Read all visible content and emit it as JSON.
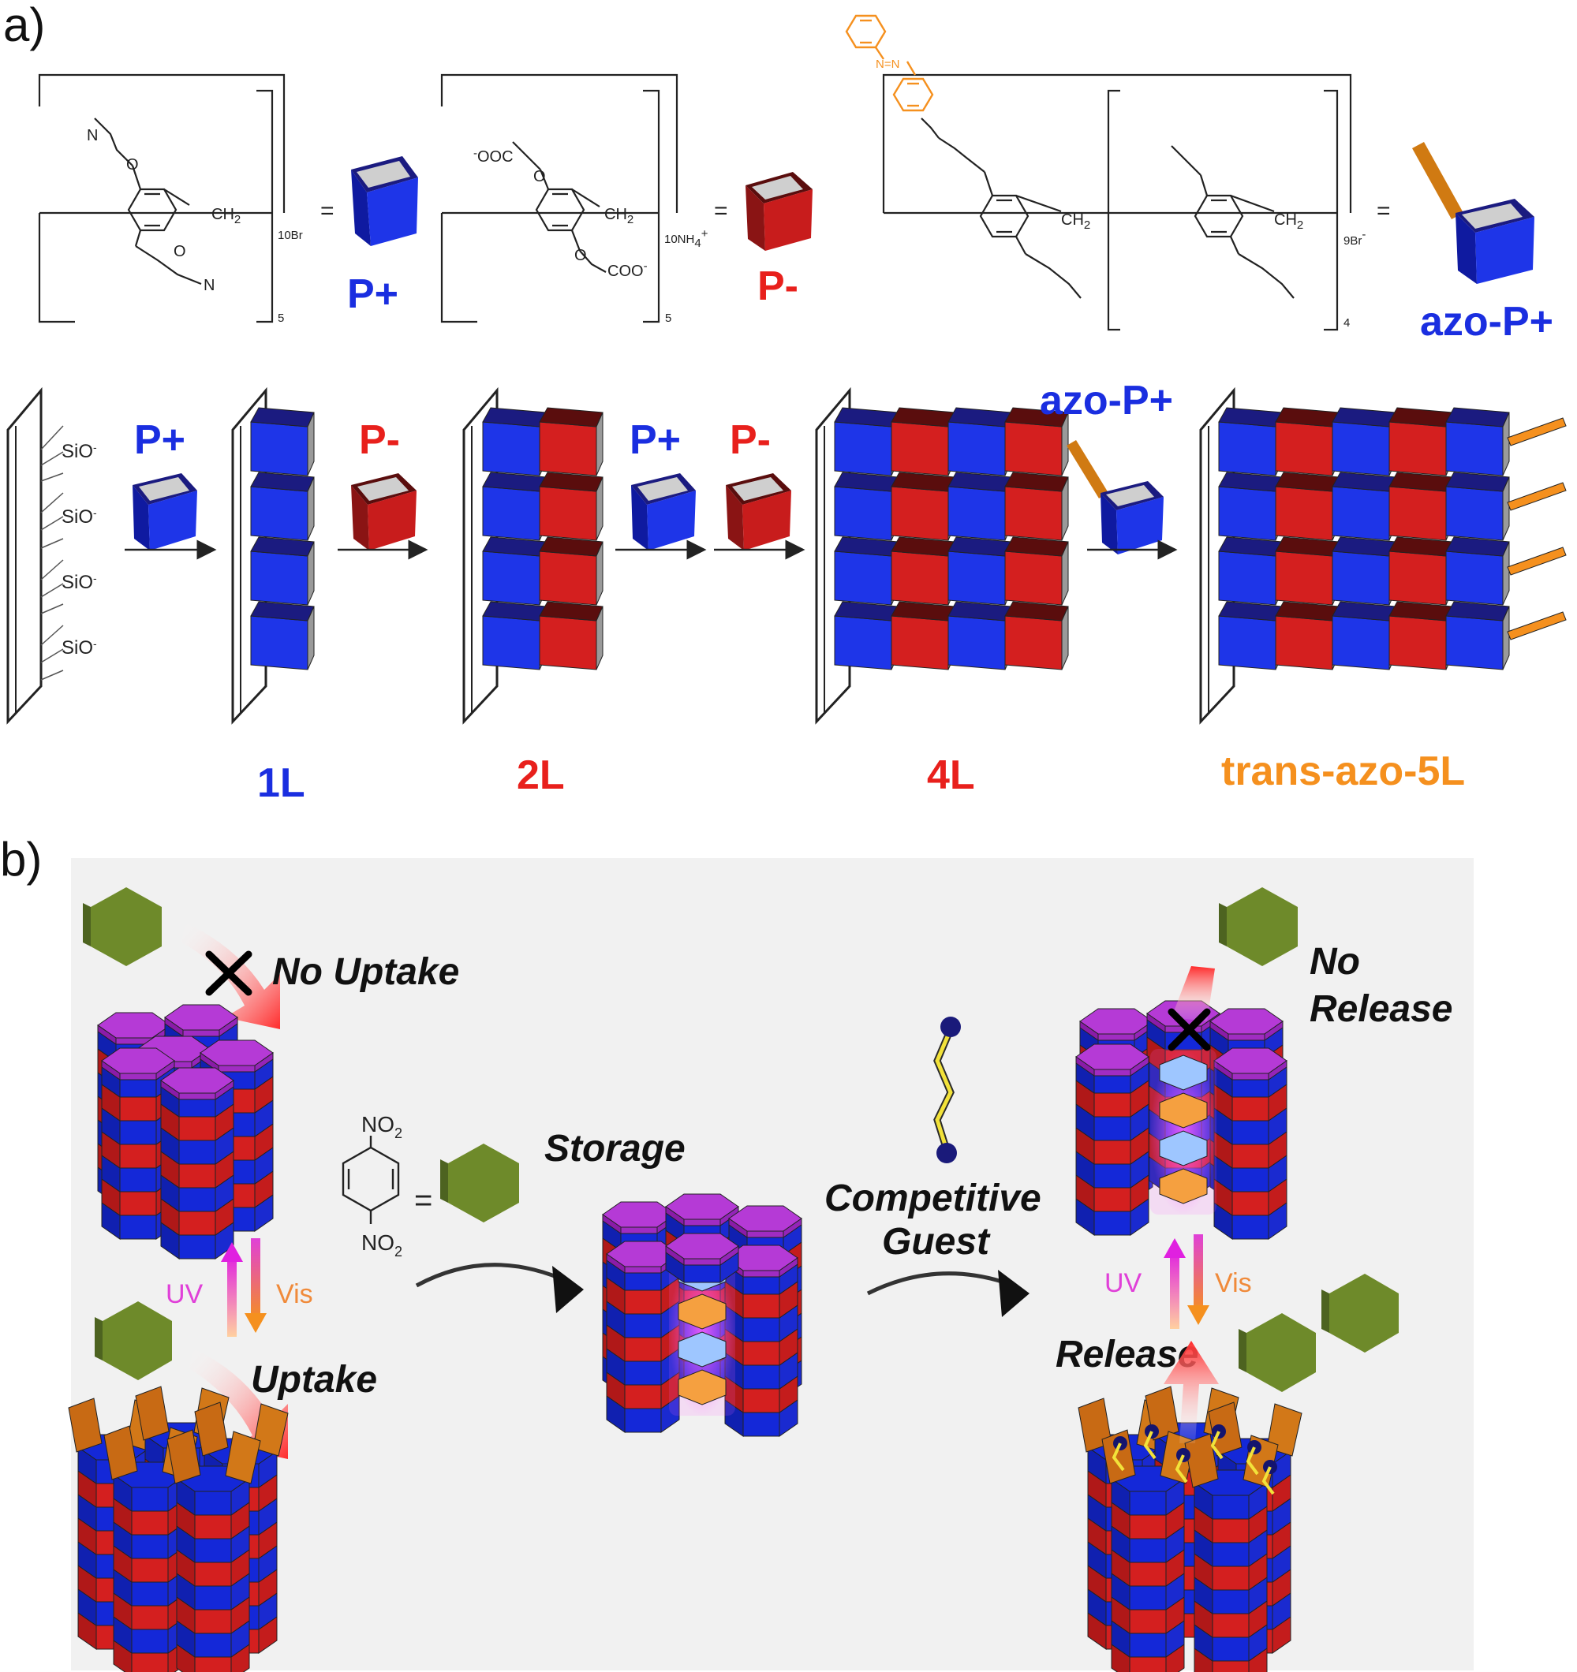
{
  "panel_a": {
    "label": "a)",
    "structures": {
      "p_plus_counterion": "10Br",
      "p_plus_repeat": "5",
      "p_minus_counterion": "10NH",
      "p_minus_repeat": "5",
      "azo_counterion": "9Br",
      "azo_repeat": "4",
      "ch2": "CH",
      "coo": "COO",
      "ooc": "OOC",
      "azo_nn": "N=N"
    },
    "legend": {
      "p_plus": "P+",
      "p_minus": "P-",
      "azo_p_plus": "azo-P+"
    },
    "surface_groups": [
      "SiO",
      "SiO",
      "SiO",
      "SiO"
    ],
    "steps": {
      "step1": "P+",
      "step2": "P-",
      "step3a": "P+",
      "step3b": "P-",
      "step4": "azo-P+"
    },
    "layers": {
      "l1": "1L",
      "l2": "2L",
      "l4": "4L",
      "l5": "trans-azo-5L"
    }
  },
  "panel_b": {
    "label": "b)",
    "no_uptake": "No Uptake",
    "uptake": "Uptake",
    "storage": "Storage",
    "competitive_guest": [
      "Competitive",
      "Guest"
    ],
    "no_release": [
      "No",
      "Release"
    ],
    "release": "Release",
    "uv": "UV",
    "vis": "Vis",
    "guest_formula": [
      "NO",
      "NO"
    ],
    "equals": "="
  },
  "colors": {
    "blue": "#1428d8",
    "red": "#d41f1f",
    "orange": "#f5901e",
    "magenta": "#b020d0",
    "green": "#6e8a2a",
    "background_b": "#f1f1f1"
  }
}
